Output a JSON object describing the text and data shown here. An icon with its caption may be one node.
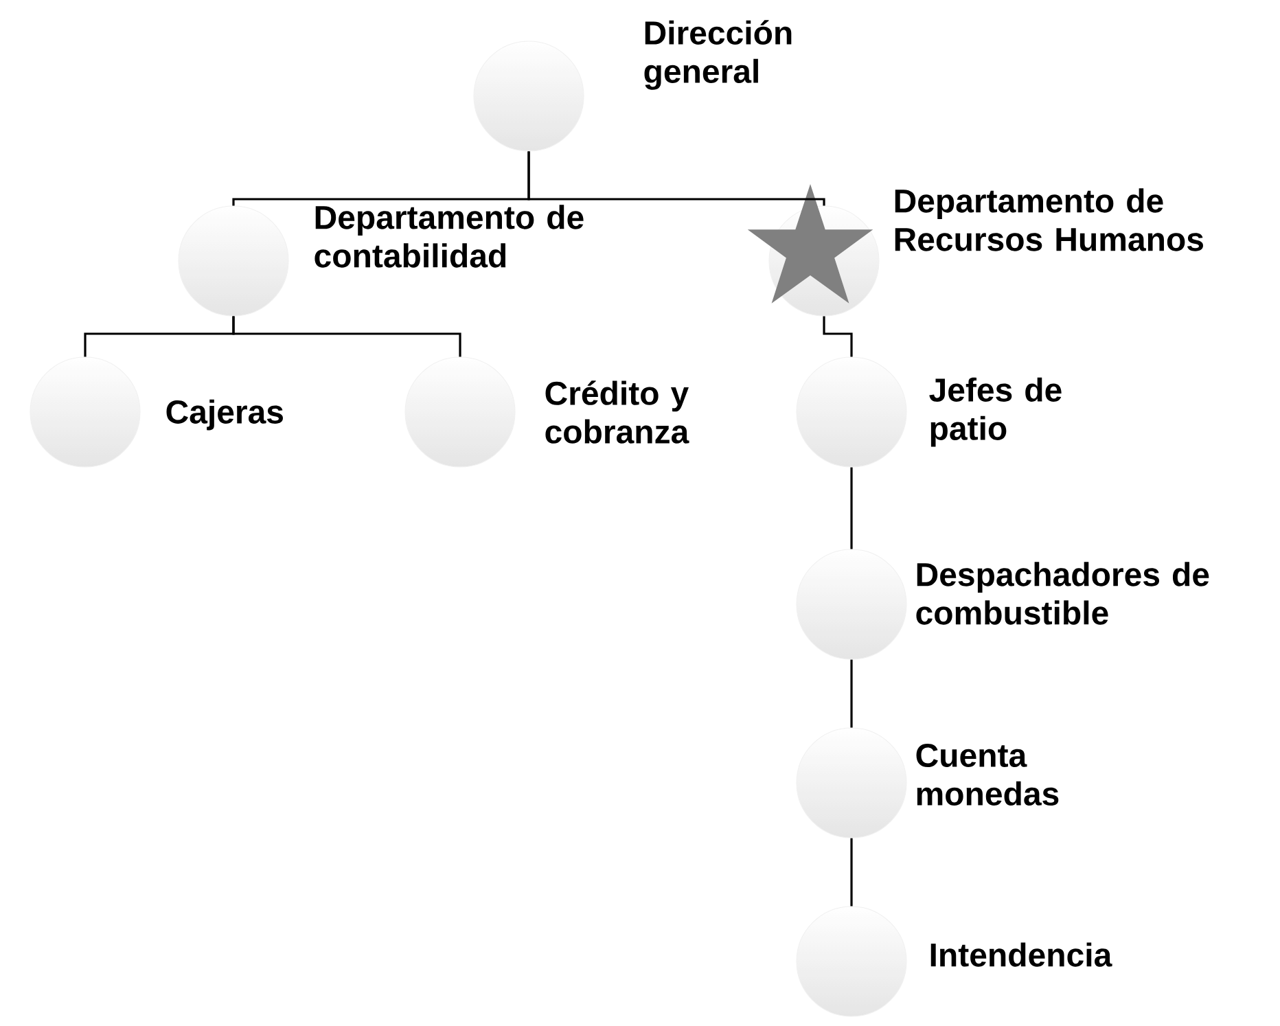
{
  "diagram": {
    "nodes": [
      {
        "text": [
          "Dirección general"
        ]
      },
      {
        "text": [
          "Departamento de contabilidad"
        ]
      },
      {
        "text": [
          "Departamento de Recursos Humanos"
        ]
      },
      {
        "text": [
          "Cajeras"
        ]
      },
      {
        "text": [
          "Crédito y cobranza"
        ]
      },
      {
        "text": [
          "Jefes de patio"
        ]
      },
      {
        "text": [
          "Despachadores de combustible"
        ]
      },
      {
        "text": [
          "Cuenta monedas"
        ]
      },
      {
        "text": [
          "Intendencia"
        ]
      }
    ],
    "edges": [
      {
        "from": 0,
        "to": 1,
        "arrow": "none"
      },
      {
        "from": 0,
        "to": 2,
        "arrow": "none"
      },
      {
        "from": 1,
        "to": 3,
        "arrow": "none"
      },
      {
        "from": 1,
        "to": 4,
        "arrow": "none"
      },
      {
        "from": 2,
        "to": 5,
        "arrow": "none"
      },
      {
        "from": 5,
        "to": 6,
        "arrow": "none"
      },
      {
        "from": 6,
        "to": 7,
        "arrow": "none"
      },
      {
        "from": 7,
        "to": 8,
        "arrow": "none"
      }
    ]
  }
}
